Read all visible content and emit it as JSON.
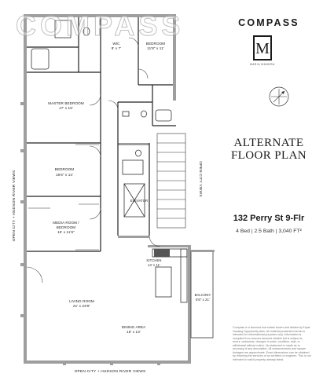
{
  "brand": {
    "name": "COMPASS",
    "watermark": "COMPASS"
  },
  "logo": {
    "monogram": "M",
    "caption": "MARIA MANDRA"
  },
  "plan_title": {
    "line1": "ALTERNATE",
    "line2": "FLOOR PLAN"
  },
  "listing": {
    "address": "132 Perry St 9-Flr",
    "stats": "4 Bed | 2.5 Bath | 3,040 FT²"
  },
  "rooms": {
    "wic": {
      "name": "WIC",
      "dims": "9' x 7'"
    },
    "bedroom_top": {
      "name": "BEDROOM",
      "dims": "11'8\" x 11'"
    },
    "master": {
      "name": "MASTER BEDROOM",
      "dims": "17' x 15'"
    },
    "bedroom_mid": {
      "name": "BEDROOM",
      "dims": "16'6\" x 14'"
    },
    "media": {
      "name1": "MEDIA ROOM /",
      "name2": "BEDROOM",
      "dims": "16' x 11'6\""
    },
    "living": {
      "name": "LIVING ROOM",
      "dims": "21' x 23'6\""
    },
    "kitchen": {
      "name": "KITCHEN",
      "dims": "14' x 11'"
    },
    "dining": {
      "name": "DINING AREA",
      "dims": "16' x 13'"
    },
    "balcony": {
      "name": "BALCONY",
      "dims": "5'6\" x 21'"
    },
    "elevator": {
      "name": "ELEVATOR"
    }
  },
  "views": {
    "left": "OPEN CITY + HUDSON RIVER VIEWS",
    "bottom": "OPEN CITY + HUDSON RIVER VIEWS",
    "right": "OPEN CITY VIEWS"
  },
  "disclaimer": "Compass is a licensed real estate broker and abides by Equal Housing Opportunity laws. All material presented herein is intended for informational purposes only. Information is compiled from sources deemed reliable but is subject to errors, omissions, changes in price, condition, sale, or withdrawal without notice. No statement is made as to accuracy of any description. All measurements and square footages are approximate. Exact dimensions can be obtained by retaining the services of an architect or engineer. This is not intended to solicit property already listed.",
  "colors": {
    "wall": "#9e9e9e",
    "ink": "#1a1a1a",
    "compass_red": "#d0312d"
  }
}
